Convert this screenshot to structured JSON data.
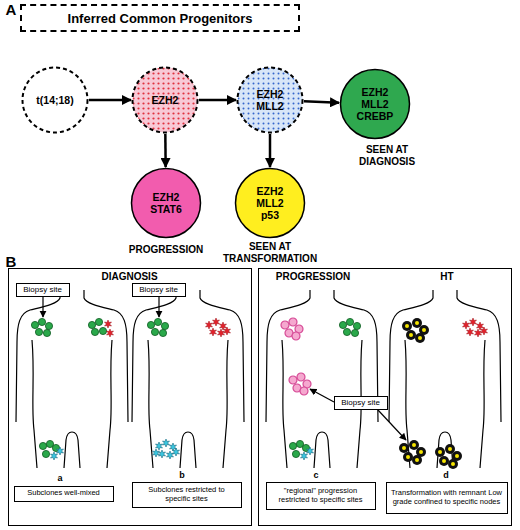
{
  "diagram": {
    "nodes": [
      {
        "text": [
          "Inferred Common Progenitors"
        ]
      },
      {
        "text": [
          "t(14;18)"
        ]
      },
      {
        "text": [
          "EZH2"
        ]
      },
      {
        "text": [
          "EZH2 MLL2"
        ]
      },
      {
        "text": [
          "EZH2 MLL2 CREBP"
        ]
      },
      {
        "text": [
          "EZH2 STAT6"
        ]
      },
      {
        "text": [
          "EZH2 MLL2 p53"
        ]
      },
      {
        "text": [
          "DIAGNOSIS"
        ]
      },
      {
        "text": [
          "Biopsy site"
        ],
        "in": 7
      },
      {
        "text": [
          "Biopsy site"
        ],
        "in": 7
      },
      {
        "text": [
          "Subclones well-mixed"
        ],
        "in": 7
      },
      {
        "text": [
          "Subclones restricted to specific sites"
        ],
        "in": 7
      },
      {
        "text": [
          "PROGRESSION",
          "HT"
        ]
      },
      {
        "text": [
          "Biopsy site"
        ],
        "in": 12
      },
      {
        "text": [
          "\"regional\" progression restricted to specific sites"
        ],
        "in": 12
      },
      {
        "text": [
          "Transformation with remnant Low grade confined to specific nodes"
        ],
        "in": 12
      }
    ],
    "edges": [
      {
        "from": 1,
        "to": 2,
        "arrow": "to"
      },
      {
        "from": 2,
        "to": 3,
        "arrow": "to"
      },
      {
        "from": 3,
        "to": 4,
        "arrow": "to"
      },
      {
        "from": 2,
        "to": 5,
        "arrow": "to"
      },
      {
        "from": 3,
        "to": 6,
        "arrow": "to"
      }
    ],
    "labels": [
      "A",
      "SEEN AT DIAGNOSIS",
      "PROGRESSION",
      "SEEN AT TRANSFORMATION",
      "B",
      "a",
      "b",
      "c",
      "d"
    ]
  }
}
